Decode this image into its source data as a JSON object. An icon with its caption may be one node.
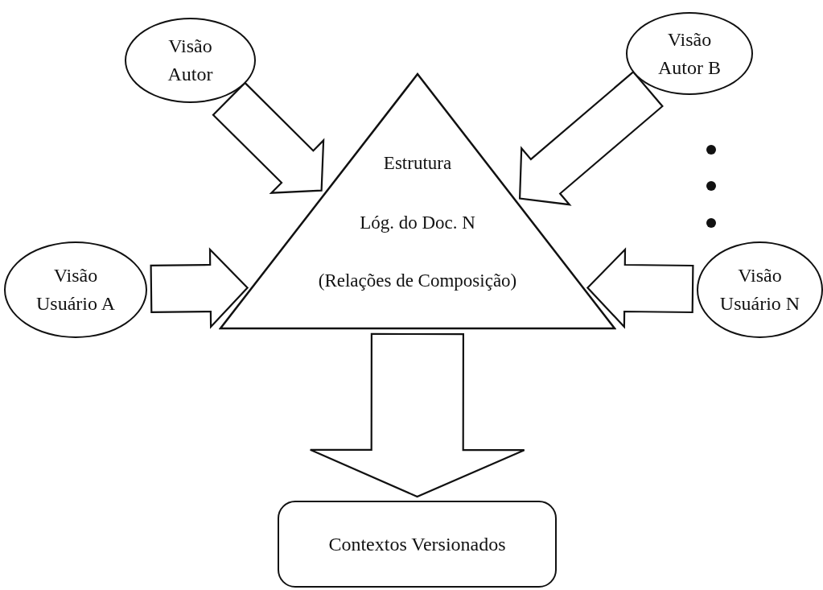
{
  "diagram": {
    "nodes": [
      {
        "text": [
          "Visão Autor"
        ]
      },
      {
        "text": [
          "Visão Autor B"
        ]
      },
      {
        "text": [
          "Visão Usuário A"
        ]
      },
      {
        "text": [
          "Estrutura",
          "Lóg. do Doc. N",
          "(Relações de Composição)"
        ]
      },
      {
        "text": [
          "Visão Usuário N"
        ]
      },
      {
        "text": [
          "Contextos Versionados"
        ]
      }
    ],
    "edges": [
      {
        "from": 0,
        "to": 3,
        "arrow": "to"
      },
      {
        "from": 1,
        "to": 3,
        "arrow": "to"
      },
      {
        "from": 2,
        "to": 3,
        "arrow": "to"
      },
      {
        "from": 4,
        "to": 3,
        "arrow": "to"
      },
      {
        "from": 3,
        "to": 5,
        "arrow": "to"
      }
    ]
  }
}
